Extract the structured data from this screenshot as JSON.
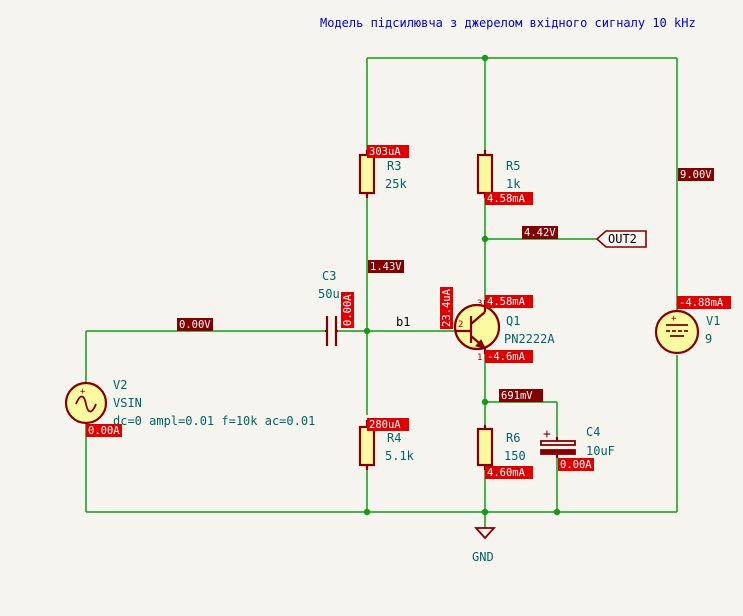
{
  "title": "Модель підсилювча  з джерелом вхідного сигналу 10 kHz",
  "components": {
    "R3": {
      "ref": "R3",
      "value": "25k"
    },
    "R4": {
      "ref": "R4",
      "value": "5.1k"
    },
    "R5": {
      "ref": "R5",
      "value": "1k"
    },
    "R6": {
      "ref": "R6",
      "value": "150"
    },
    "C3": {
      "ref": "C3",
      "value": "50u"
    },
    "C4": {
      "ref": "C4",
      "value": "10uF"
    },
    "Q1": {
      "ref": "Q1",
      "value": "PN2222A"
    },
    "V1": {
      "ref": "V1",
      "value": "9"
    },
    "V2": {
      "ref": "V2",
      "value": "VSIN",
      "params": "dc=0 ampl=0.01 f=10k ac=0.01"
    }
  },
  "pins": {
    "q1_collector": "3",
    "q1_base": "2",
    "q1_emitter": "1"
  },
  "nets": {
    "base": "b1",
    "ground": "GND",
    "output": "OUT2"
  },
  "probes": {
    "r3_current": "303uA",
    "r5_current": "4.58mA",
    "v1_voltage": "9.00V",
    "out_voltage": "4.42V",
    "base_voltage": "1.43V",
    "c3_current": "0.00A",
    "in_voltage": "0.00V",
    "base_current": "23.4uA",
    "collector_current": "4.58mA",
    "emitter_current": "-4.6mA",
    "v1_current": "-4.88mA",
    "v2_current": "0.00A",
    "emitter_voltage": "691mV",
    "r4_current": "280uA",
    "r6_current": "4.60mA",
    "c4_current": "0.00A"
  },
  "colors": {
    "wire": "#169a16",
    "part": "#840000",
    "voltage_tag": "#840000",
    "current_tag": "#e00000",
    "text": "#006464"
  }
}
